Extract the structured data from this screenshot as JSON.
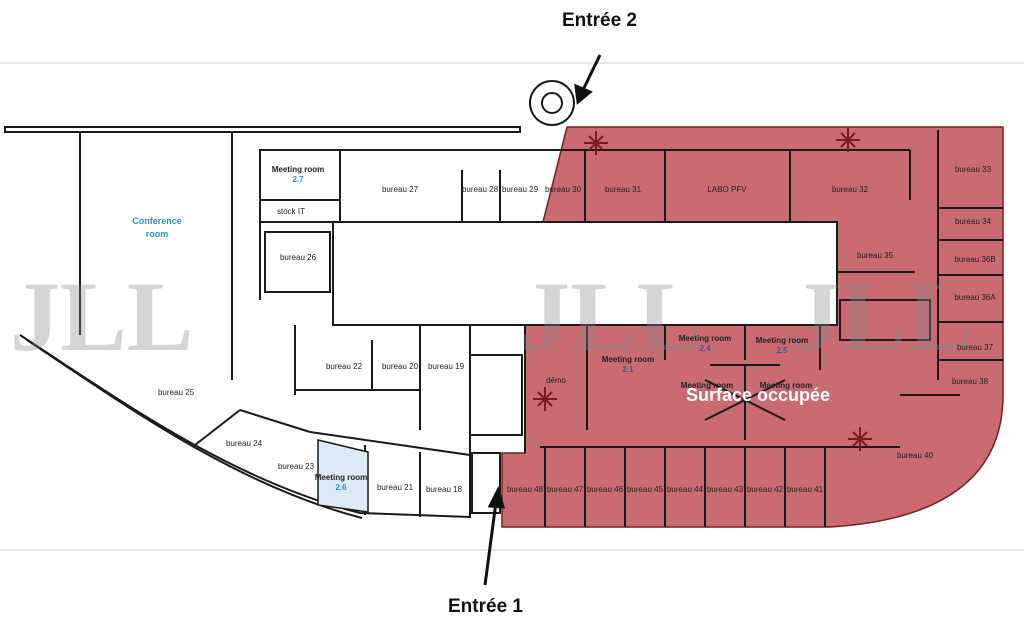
{
  "entrances": {
    "entree1": "Entrée 1",
    "entree2": "Entrée 2"
  },
  "occupied_label": "Surface occupée",
  "watermark": "JLL",
  "rooms": {
    "conference": [
      "Conference",
      "room"
    ],
    "meeting_2_7": [
      "Meeting room",
      "2.7"
    ],
    "meeting_2_1": [
      "Meeting room",
      "2.1"
    ],
    "meeting_2_4": [
      "Meeting room",
      "2.4"
    ],
    "meeting_2_5": [
      "Meeting room",
      "2.5"
    ],
    "meeting_2_6": [
      "Meeting room",
      "2.6"
    ],
    "meeting_2_2": "Meeting room",
    "meeting_2_3": "Meeting room",
    "stock_it": "stock IT",
    "demo": "démo",
    "labo": "LABO PFV",
    "b18": "bureau 18",
    "b19": "bureau 19",
    "b20": "bureau 20",
    "b21": "bureau 21",
    "b22": "bureau 22",
    "b23": "bureau 23",
    "b24": "bureau 24",
    "b25": "bureau 25",
    "b26": "bureau 26",
    "b27": "bureau 27",
    "b28": "bureau 28",
    "b29": "bureau 29",
    "b30": "bureau 30",
    "b31": "bureau 31",
    "b32": "bureau 32",
    "b33": "bureau 33",
    "b34": "bureau 34",
    "b35": "bureau 35",
    "b36b": "bureau 36B",
    "b36a": "bureau 36A",
    "b37": "bureau 37",
    "b38": "bureau 38",
    "b40": "bureau 40",
    "b41": "bureau 41",
    "b42": "bureau 42",
    "b43": "bureau 43",
    "b44": "bureau 44",
    "b45": "bureau 45",
    "b46": "bureau 46",
    "b47": "bureau 47",
    "b48": "bureau 48"
  },
  "colors": {
    "occupied_fill": "#b5303a",
    "wall": "#1a1a1a",
    "meeting_blue": "#2f8ec4",
    "meeting_2_6_fill": "#dbeaf6"
  }
}
